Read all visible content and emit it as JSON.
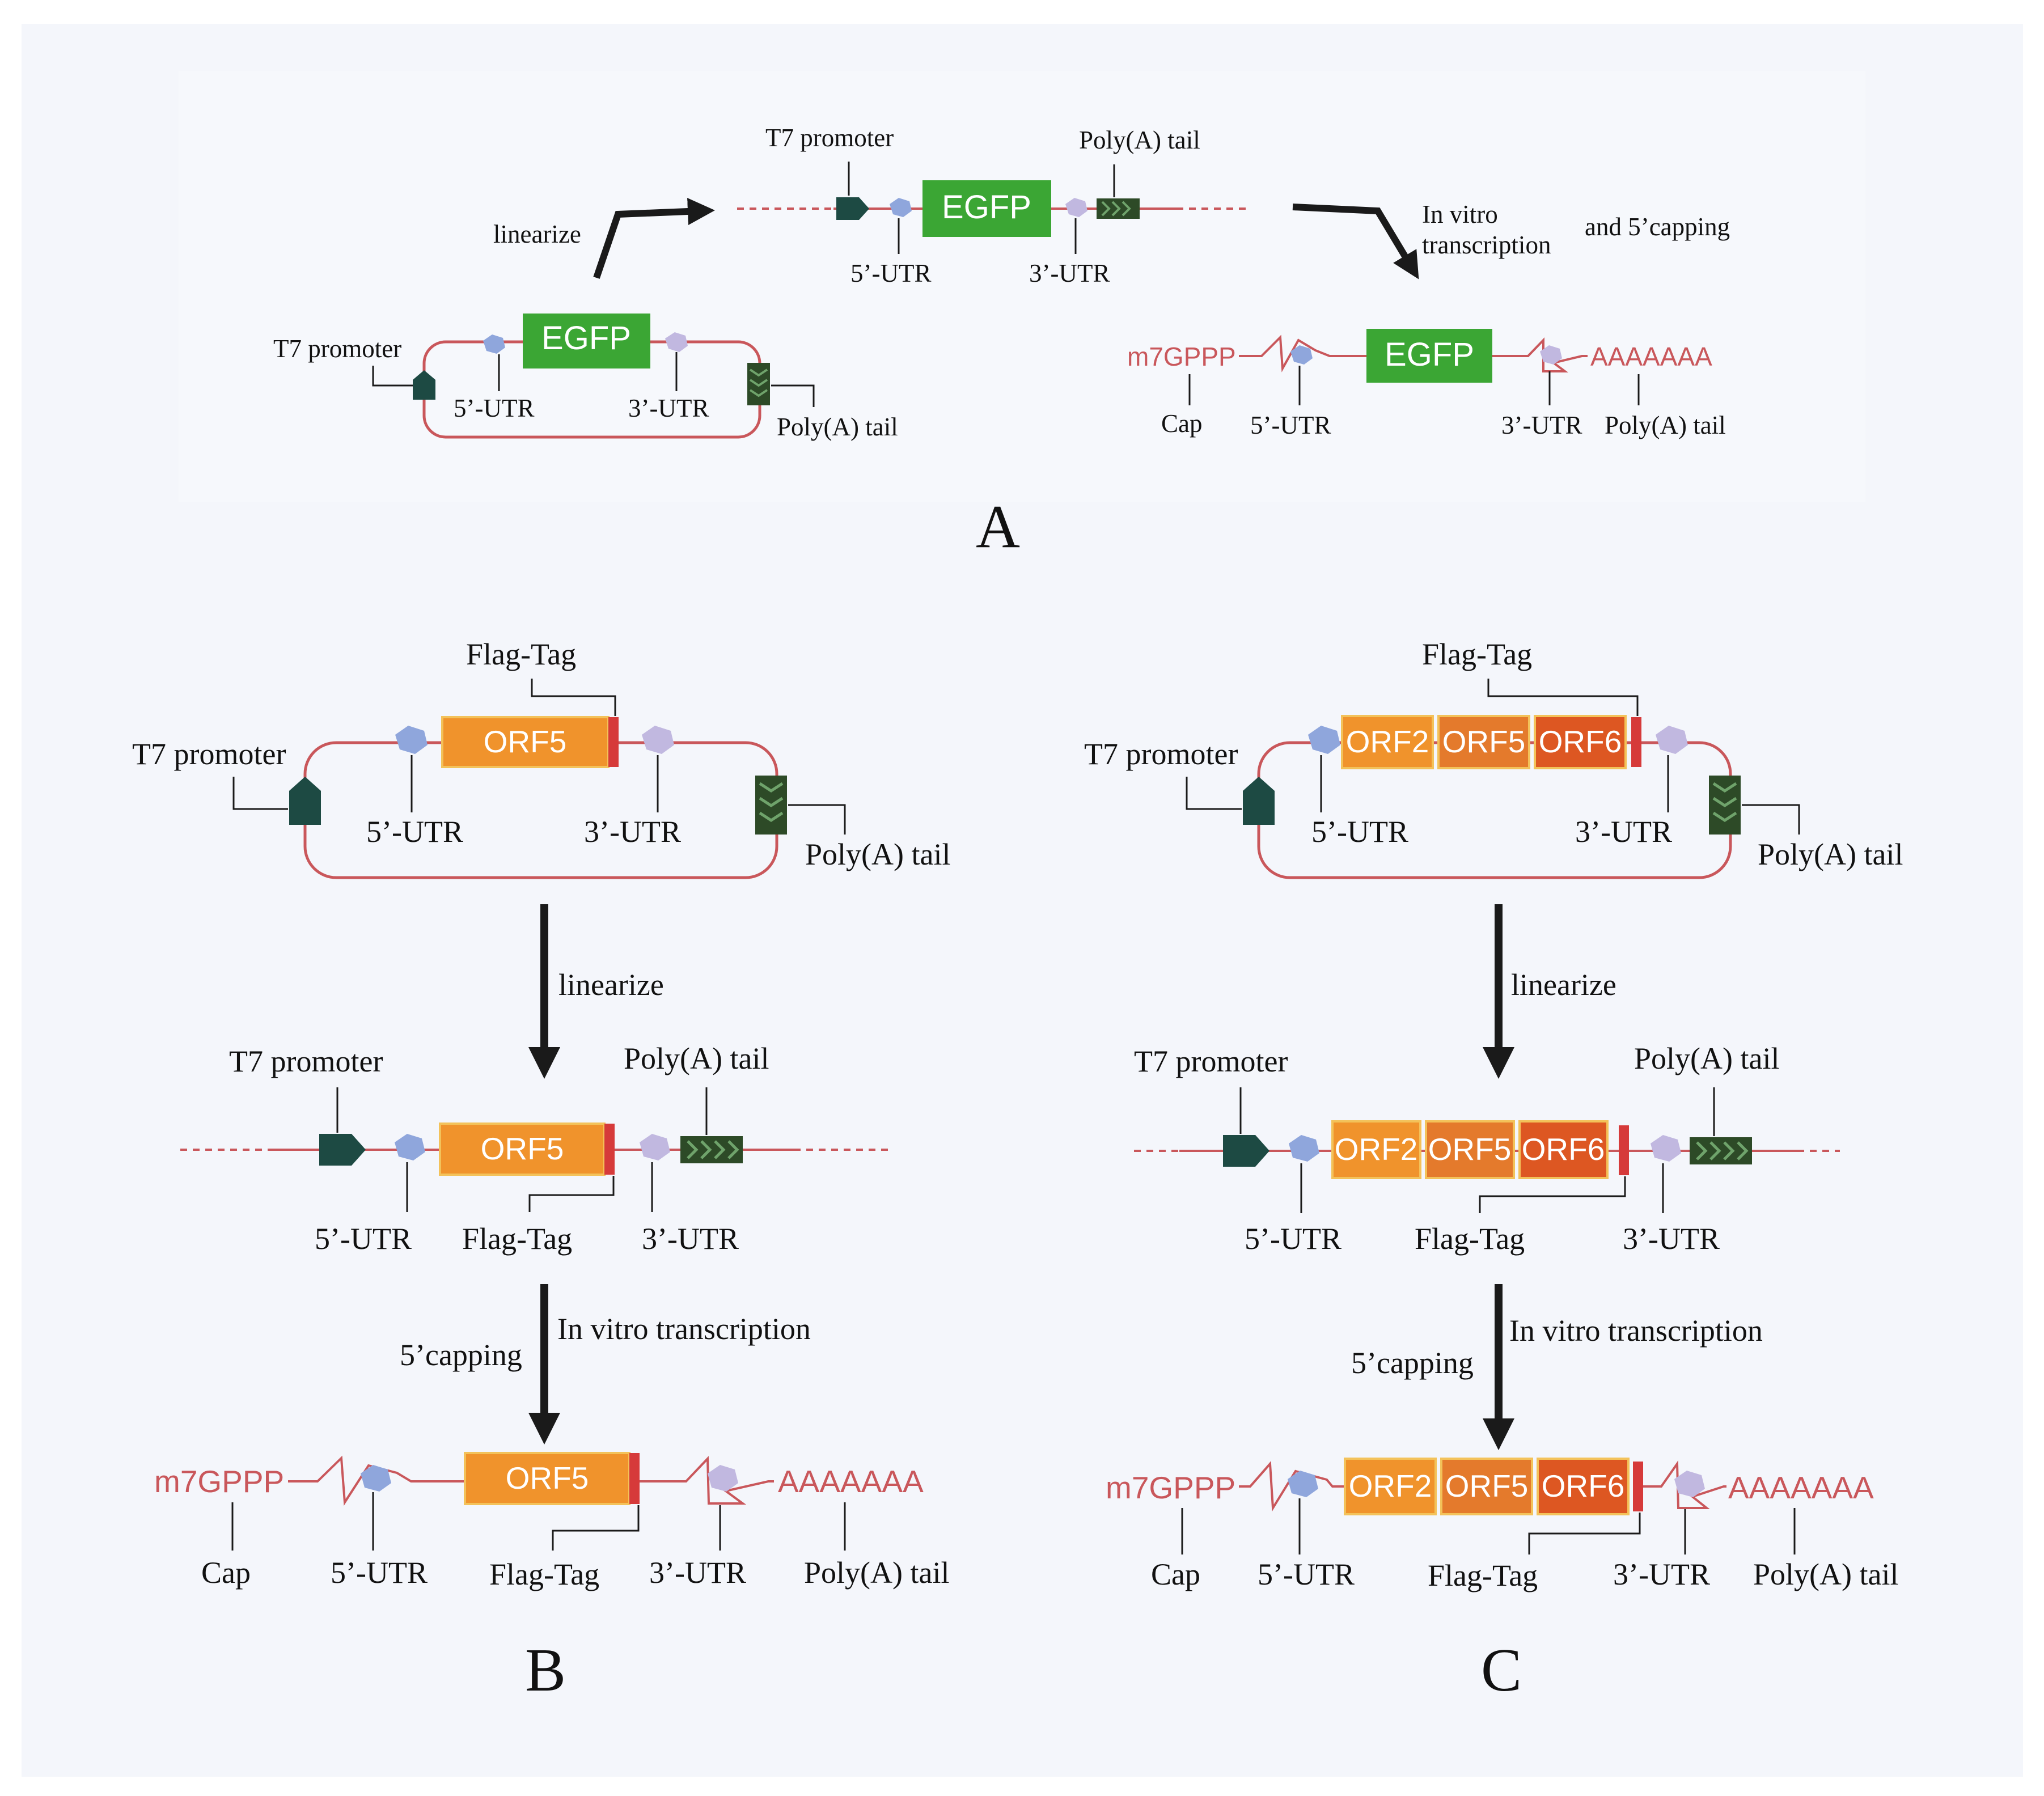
{
  "panels": {
    "A": {
      "letter": "A",
      "plasmid": {
        "promoter": "T7 promoter",
        "utr5": "5’-UTR",
        "gene": "EGFP",
        "utr3": "3’-UTR",
        "polya": "Poly(A) tail"
      },
      "linearize": "linearize",
      "linear": {
        "promoter": "T7 promoter",
        "utr5": "5’-UTR",
        "gene": "EGFP",
        "utr3": "3’-UTR",
        "polya": "Poly(A) tail"
      },
      "transcription_line1": "In vitro",
      "transcription_line2": "transcription",
      "capping": "and  5’capping",
      "mrna": {
        "cap_seq": "m7GPPP",
        "cap": "Cap",
        "utr5": "5’-UTR",
        "gene": "EGFP",
        "utr3": "3’-UTR",
        "polya_seq": "AAAAAAA",
        "polya": "Poly(A) tail"
      }
    },
    "B": {
      "letter": "B",
      "plasmid": {
        "flag": "Flag-Tag",
        "promoter": "T7 promoter",
        "utr5": "5’-UTR",
        "orfs": [
          "ORF5"
        ],
        "utr3": "3’-UTR",
        "polya": "Poly(A) tail"
      },
      "linearize": "linearize",
      "linear": {
        "promoter": "T7 promoter",
        "polya": "Poly(A) tail",
        "orfs": [
          "ORF5"
        ],
        "utr5": "5’-UTR",
        "flag": "Flag-Tag",
        "utr3": "3’-UTR"
      },
      "transcription": "In vitro transcription",
      "capping": "5’capping",
      "mrna": {
        "cap_seq": "m7GPPP",
        "orfs": [
          "ORF5"
        ],
        "polya_seq": "AAAAAAA",
        "cap": "Cap",
        "utr5": "5’-UTR",
        "flag": "Flag-Tag",
        "utr3": "3’-UTR",
        "polya": "Poly(A) tail"
      }
    },
    "C": {
      "letter": "C",
      "plasmid": {
        "flag": "Flag-Tag",
        "promoter": "T7 promoter",
        "utr5": "5’-UTR",
        "orfs": [
          "ORF2",
          "ORF5",
          "ORF6"
        ],
        "utr3": "3’-UTR",
        "polya": "Poly(A) tail"
      },
      "linearize": "linearize",
      "linear": {
        "promoter": "T7 promoter",
        "polya": "Poly(A) tail",
        "orfs": [
          "ORF2",
          "ORF5",
          "ORF6"
        ],
        "utr5": "5’-UTR",
        "flag": "Flag-Tag",
        "utr3": "3’-UTR"
      },
      "transcription": "In vitro transcription",
      "capping": "5’capping",
      "mrna": {
        "cap_seq": "m7GPPP",
        "orfs": [
          "ORF2",
          "ORF5",
          "ORF6"
        ],
        "polya_seq": "AAAAAAA",
        "cap": "Cap",
        "utr5": "5’-UTR",
        "flag": "Flag-Tag",
        "utr3": "3’-UTR",
        "polya": "Poly(A) tail"
      }
    }
  },
  "colors": {
    "background": "#f4f6fb",
    "backbone": "#c9575b",
    "promoter": "#1d4a43",
    "utr5": "#8fa6dc",
    "utr3": "#c1b8e0",
    "polya": "#2d4a27",
    "egfp": "#3ba634",
    "orf2": "#f0932c",
    "orf5": "#e47a2c",
    "orf6": "#dd5722",
    "flag": "#d63a3a",
    "arrow": "#1a1a1a"
  }
}
